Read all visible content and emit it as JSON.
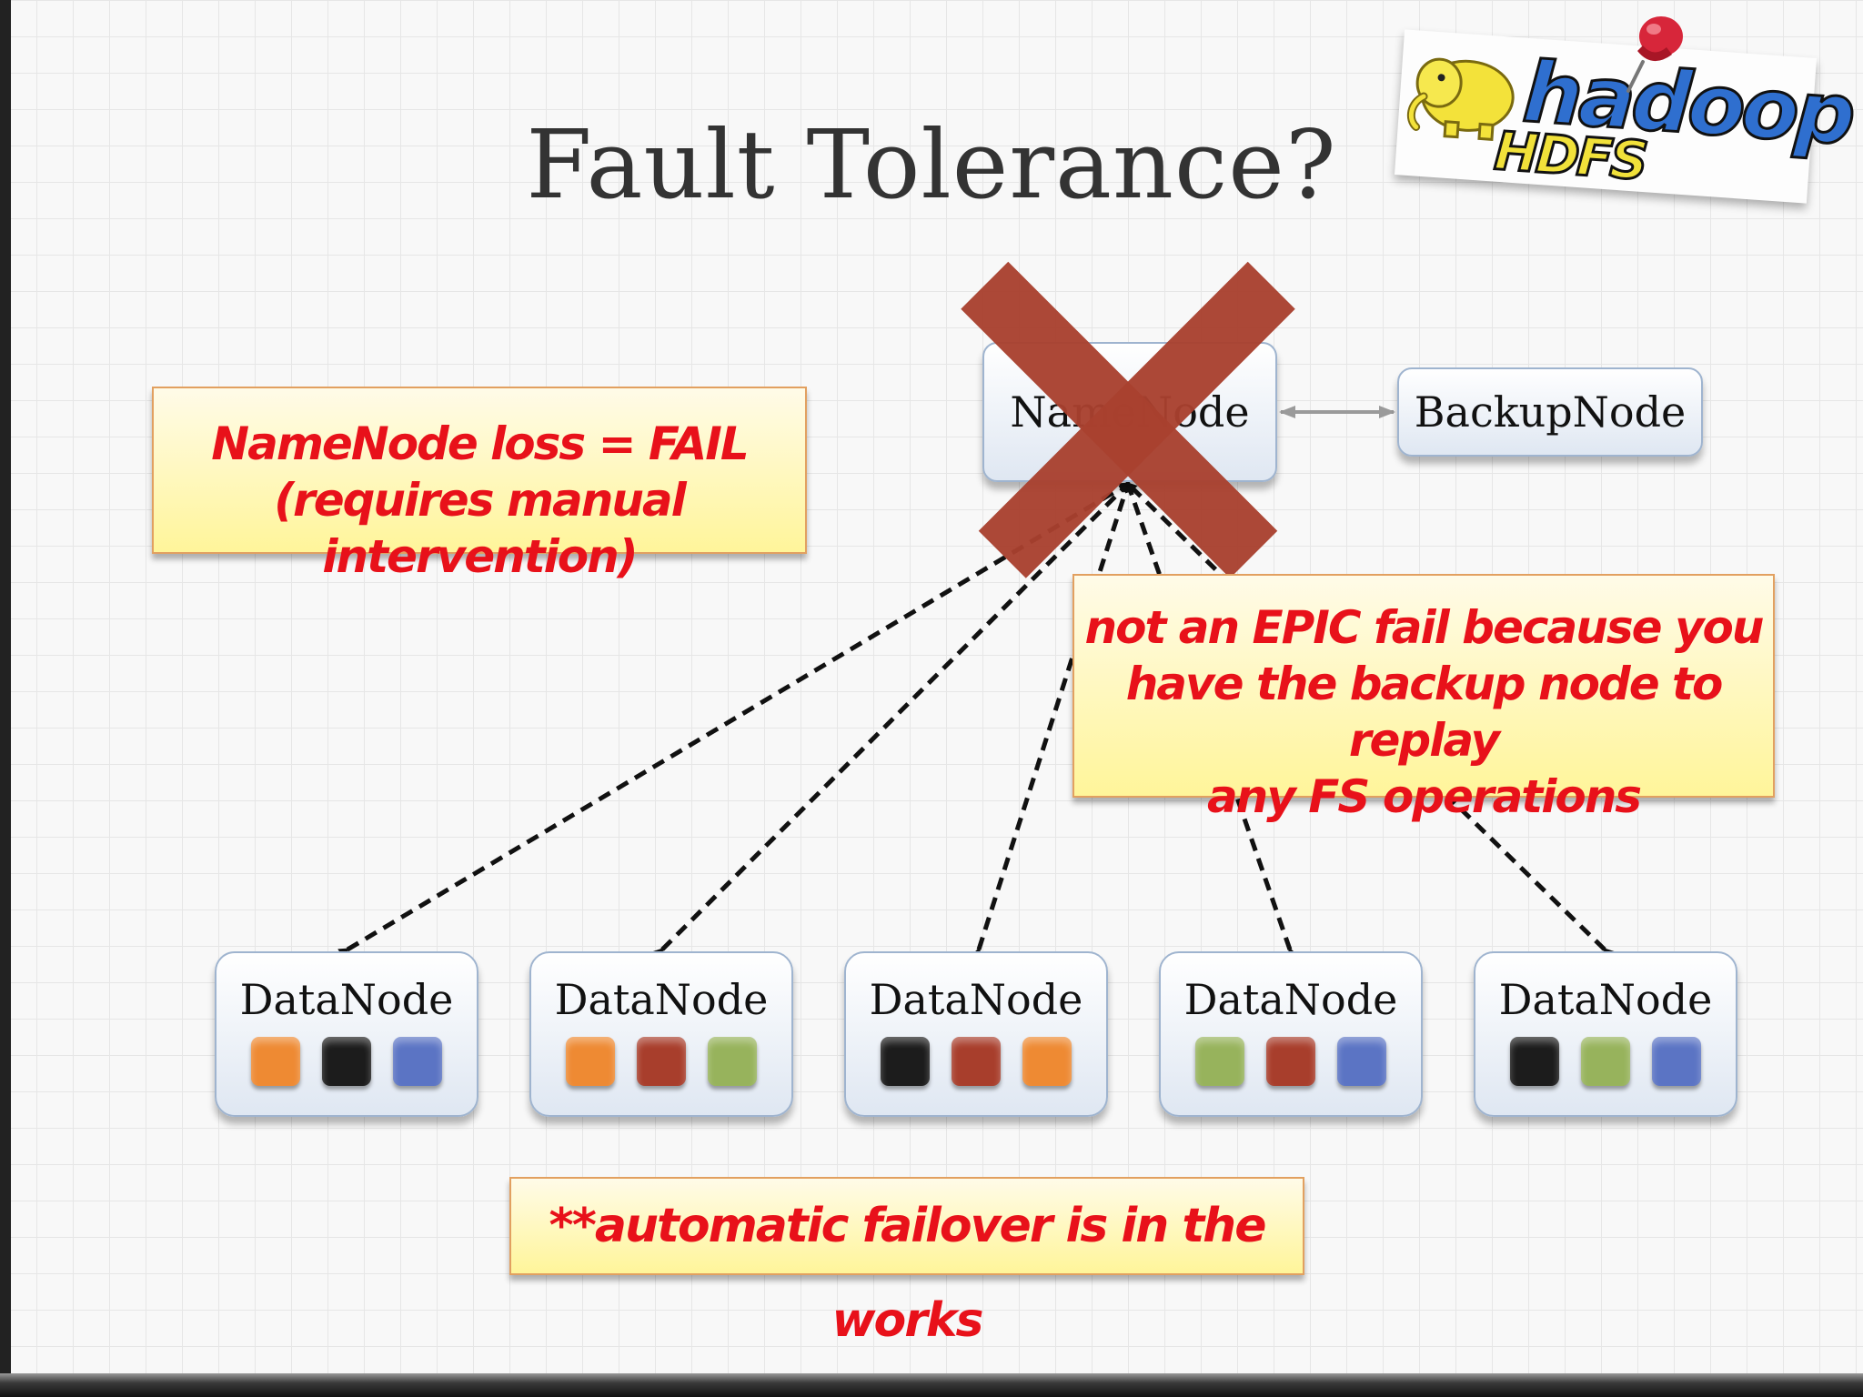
{
  "slide": {
    "title": "Fault Tolerance?",
    "logo": {
      "word": "hadoop",
      "sub": "HDFS"
    }
  },
  "namenode": {
    "label": "NameNode",
    "status": "failed"
  },
  "backupnode": {
    "label": "BackupNode"
  },
  "datanodes": [
    {
      "label": "DataNode",
      "blocks": [
        "orange",
        "black",
        "blue"
      ]
    },
    {
      "label": "DataNode",
      "blocks": [
        "orange",
        "red",
        "green"
      ]
    },
    {
      "label": "DataNode",
      "blocks": [
        "black",
        "red",
        "orange"
      ]
    },
    {
      "label": "DataNode",
      "blocks": [
        "green",
        "red",
        "blue"
      ]
    },
    {
      "label": "DataNode",
      "blocks": [
        "black",
        "green",
        "blue"
      ]
    }
  ],
  "notes": {
    "loss": [
      "NameNode loss = FAIL",
      "(requires manual intervention)"
    ],
    "epic": [
      "not an EPIC fail because you",
      "have the backup node to replay",
      "any FS operations"
    ],
    "failover": "**automatic failover is in the works"
  },
  "colors": {
    "orange": "#ee8a33",
    "black": "#1c1c1c",
    "blue": "#5b74c4",
    "red": "#a83e2c",
    "green": "#97b35c",
    "cross": "#a9412f",
    "note_text": "#e8111a"
  }
}
